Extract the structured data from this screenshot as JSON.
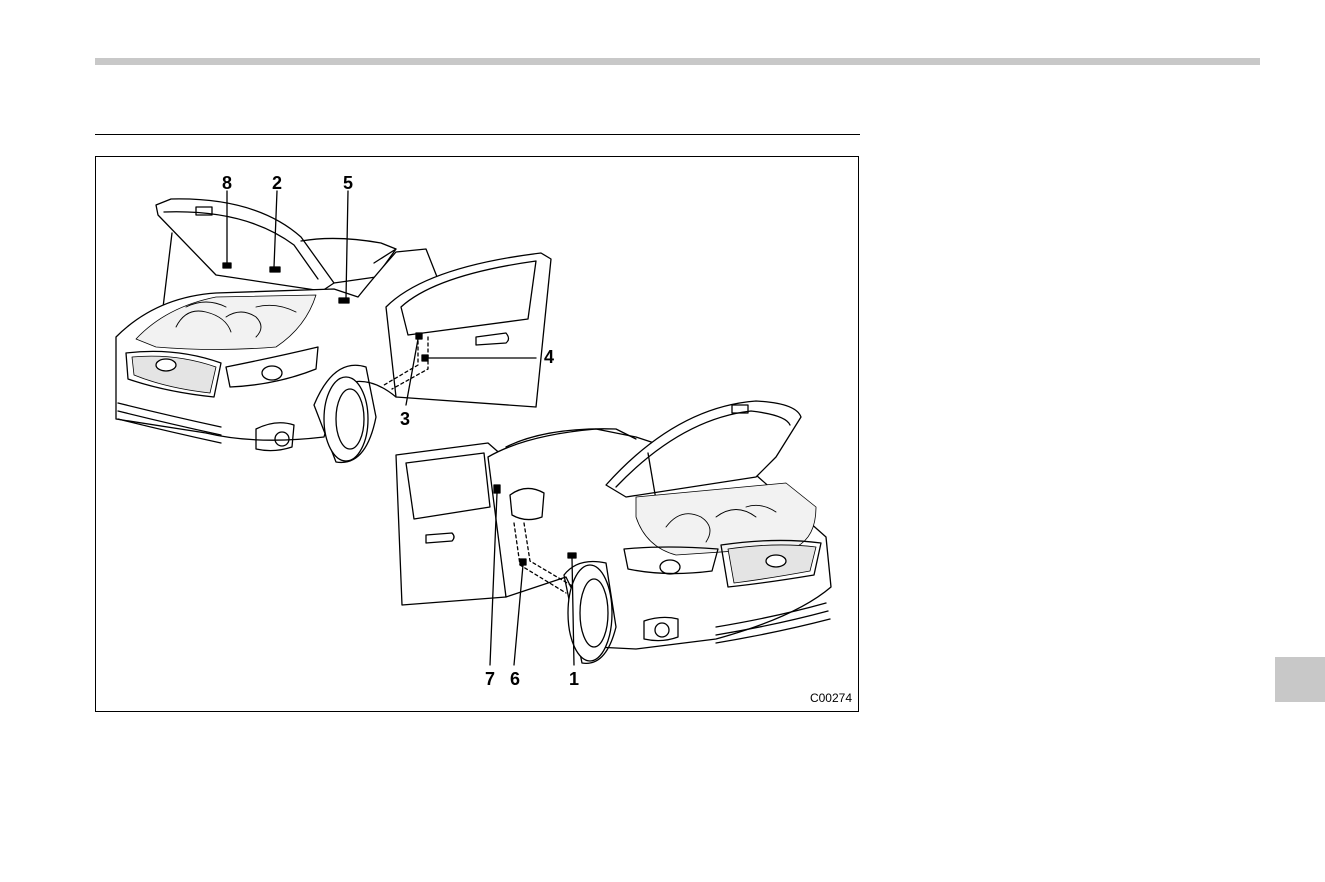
{
  "figure": {
    "code": "C00274",
    "callouts": [
      {
        "id": "c8",
        "label": "8"
      },
      {
        "id": "c2",
        "label": "2"
      },
      {
        "id": "c5",
        "label": "5"
      },
      {
        "id": "c4",
        "label": "4"
      },
      {
        "id": "c3",
        "label": "3"
      },
      {
        "id": "c7",
        "label": "7"
      },
      {
        "id": "c6",
        "label": "6"
      },
      {
        "id": "c1",
        "label": "1"
      }
    ]
  },
  "colors": {
    "rule_gray": "#c8c8c8",
    "line": "#000000"
  }
}
